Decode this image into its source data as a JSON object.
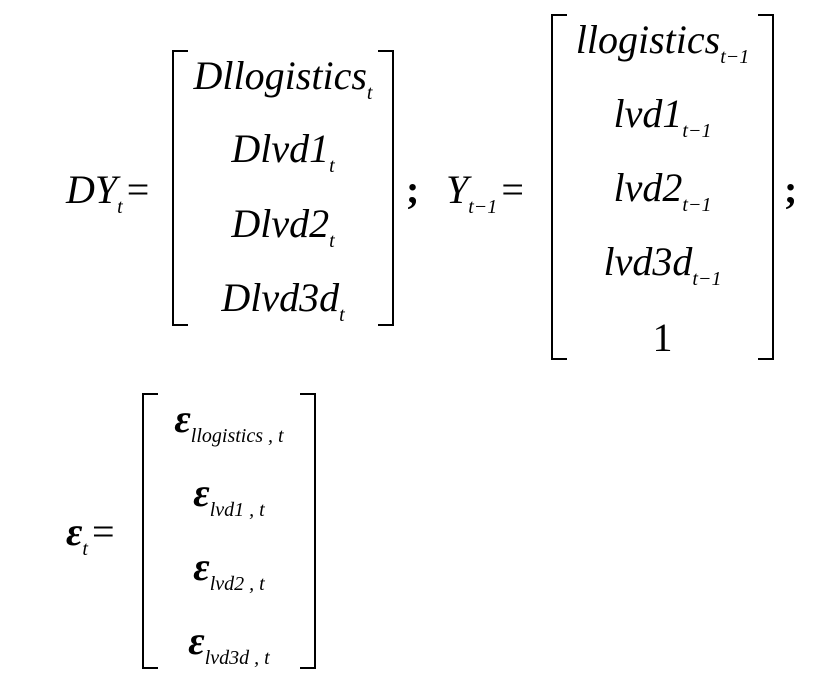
{
  "eq1": {
    "lhs_main": "DY",
    "lhs_sub": "t",
    "equals": "=",
    "rows": [
      {
        "main": "Dllogistics",
        "sub": "t"
      },
      {
        "main": "Dlvd1",
        "sub": "t"
      },
      {
        "main": "Dlvd2",
        "sub": "t"
      },
      {
        "main": "Dlvd3d",
        "sub": "t"
      }
    ],
    "separator": ";"
  },
  "eq2": {
    "lhs_main": "Y",
    "lhs_sub": "t−1",
    "equals": "=",
    "rows": [
      {
        "main": "llogistics",
        "sub": "t−1"
      },
      {
        "main": "lvd1",
        "sub": "t−1"
      },
      {
        "main": "lvd2",
        "sub": "t−1"
      },
      {
        "main": "lvd3d",
        "sub": "t−1"
      },
      {
        "main": "1",
        "sub": ""
      }
    ],
    "separator": ";"
  },
  "eq3": {
    "lhs_main": "ε",
    "lhs_sub": "t",
    "equals": "=",
    "rows": [
      {
        "main": "ε",
        "sub": "llogistics , t"
      },
      {
        "main": "ε",
        "sub": "lvd1 , t"
      },
      {
        "main": "ε",
        "sub": "lvd2 , t"
      },
      {
        "main": "ε",
        "sub": "lvd3d , t"
      }
    ]
  }
}
